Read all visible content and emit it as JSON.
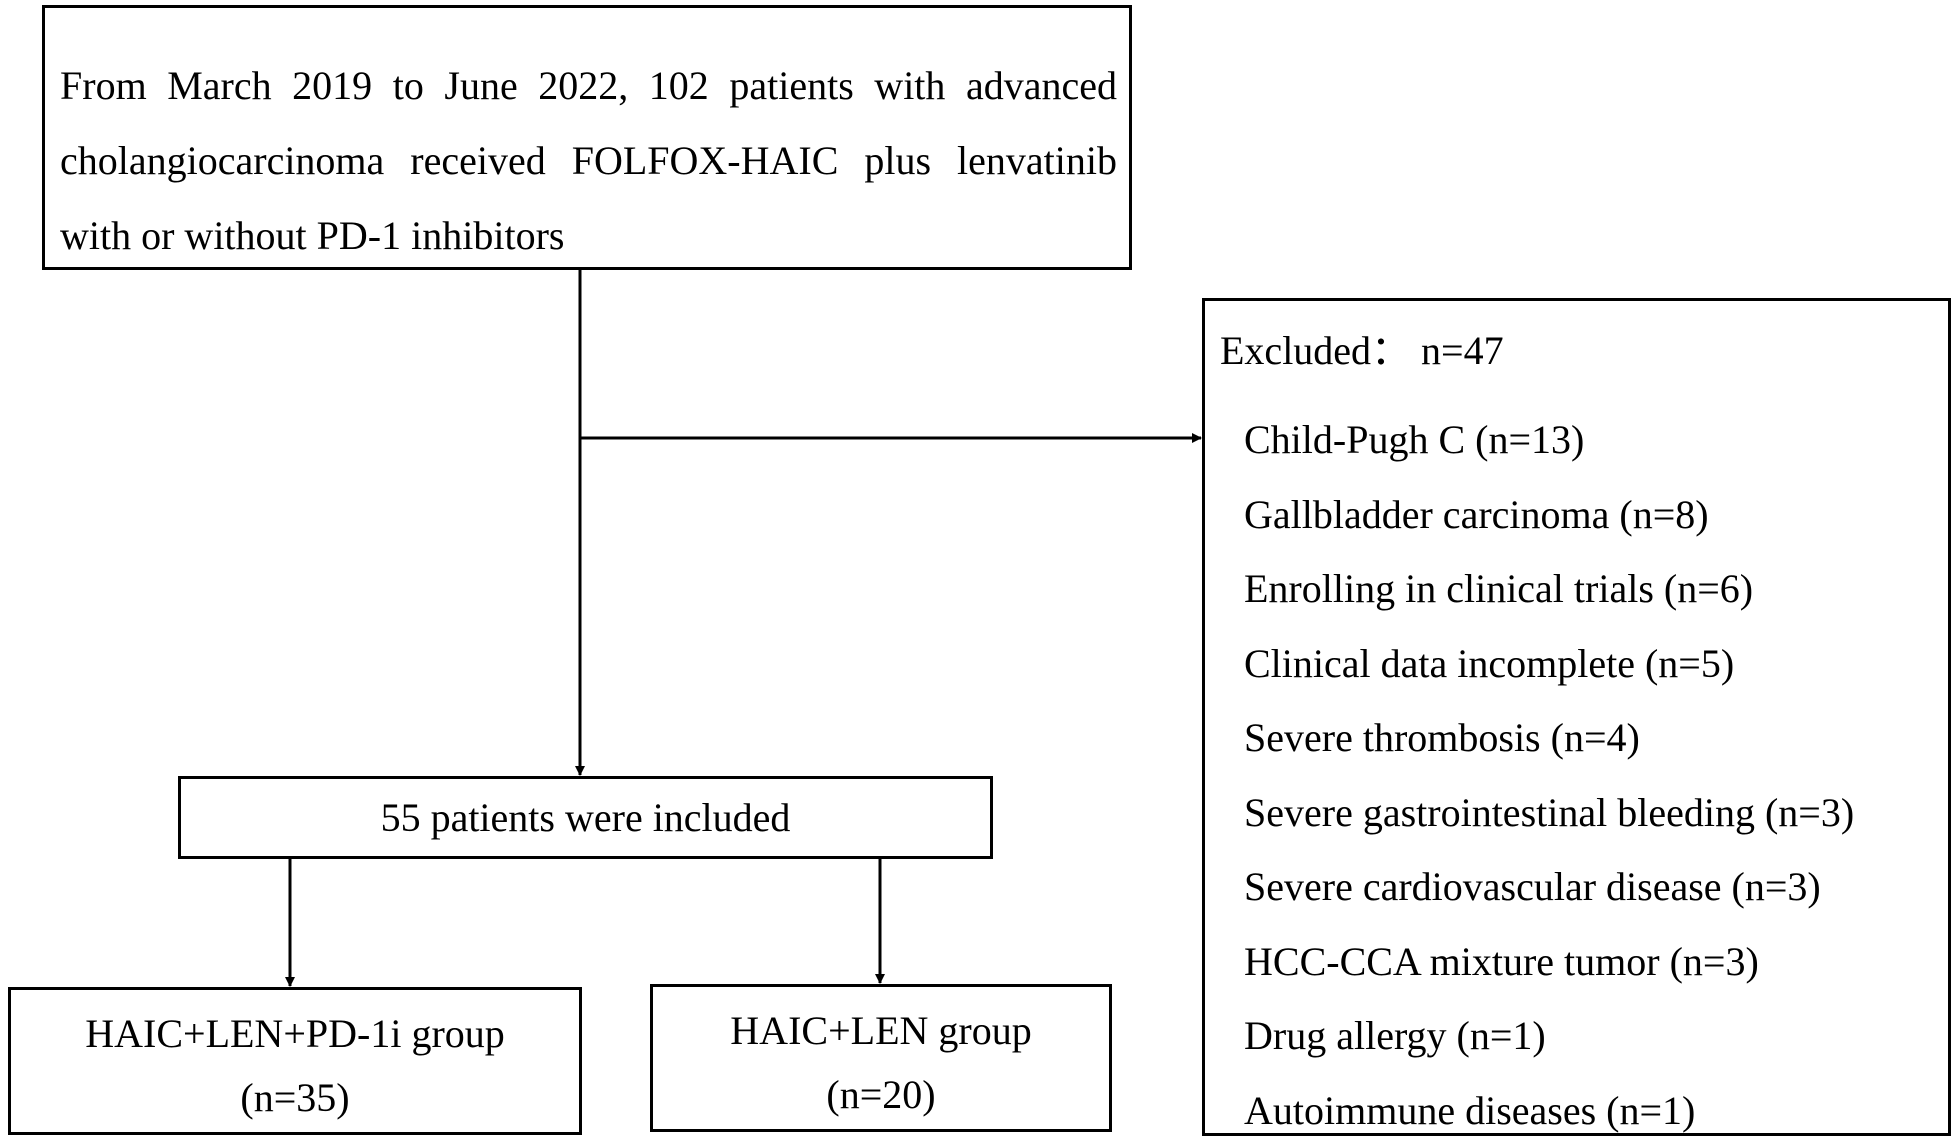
{
  "screening": {
    "lines": [
      "From March 2019 to June 2022, 102 patients with advanced",
      "cholangiocarcinoma received FOLFOX-HAIC plus lenvatinib",
      "with or without PD-1 inhibitors"
    ]
  },
  "excluded": {
    "title": "Excluded： n=47",
    "items": [
      "Child-Pugh C (n=13)",
      "Gallbladder carcinoma (n=8)",
      "Enrolling in clinical trials (n=6)",
      "Clinical data incomplete (n=5)",
      "Severe thrombosis (n=4)",
      "Severe gastrointestinal bleeding (n=3)",
      "Severe cardiovascular disease (n=3)",
      "HCC-CCA mixture tumor (n=3)",
      "Drug allergy (n=1)",
      "Autoimmune diseases (n=1)"
    ]
  },
  "included": {
    "label": "55 patients were included"
  },
  "groups": [
    {
      "name": "HAIC+LEN+PD-1i group",
      "n": "(n=35)"
    },
    {
      "name": "HAIC+LEN group",
      "n": "(n=20)"
    }
  ]
}
